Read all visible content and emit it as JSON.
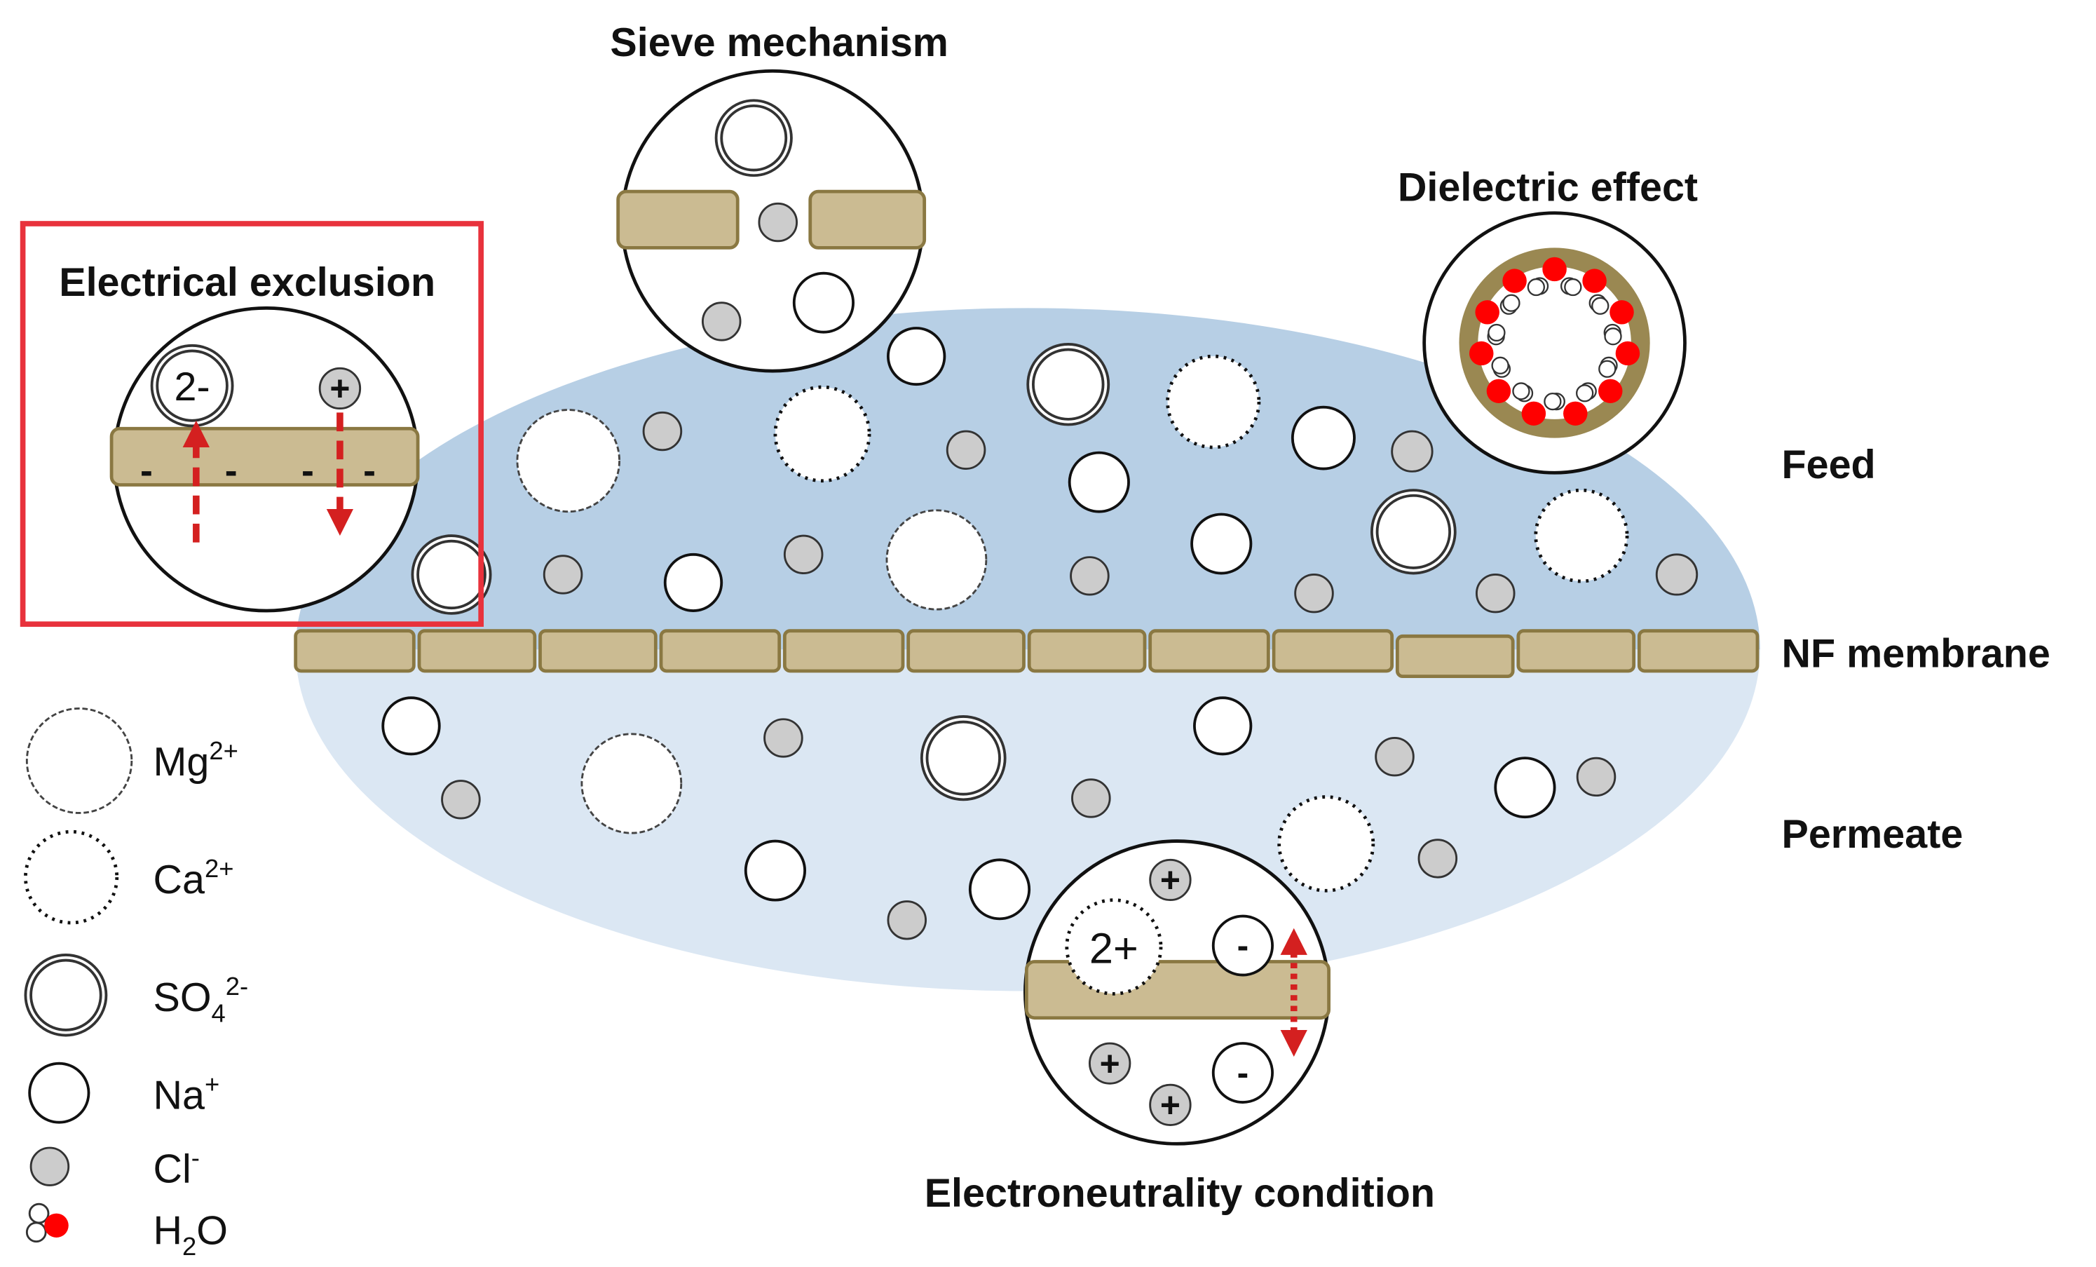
{
  "titles": {
    "sieve": "Sieve mechanism",
    "dielectric": "Dielectric effect",
    "electrical": "Electrical exclusion",
    "electroneutrality": "Electroneutrality condition"
  },
  "side_labels": {
    "feed": "Feed",
    "membrane": "NF membrane",
    "permeate": "Permeate"
  },
  "legend": [
    {
      "key": "mg",
      "base": "Mg",
      "sup": "2+",
      "sub": ""
    },
    {
      "key": "ca",
      "base": "Ca",
      "sup": "2+",
      "sub": ""
    },
    {
      "key": "so4",
      "base": "SO",
      "sup": "2-",
      "sub": "4"
    },
    {
      "key": "na",
      "base": "Na",
      "sup": "+",
      "sub": ""
    },
    {
      "key": "cl",
      "base": "Cl",
      "sup": "-",
      "sub": ""
    },
    {
      "key": "h2o",
      "base": "H",
      "sup": "",
      "sub": "2",
      "tail": "O"
    }
  ],
  "inset_marks": {
    "anion": "2-",
    "cation": "2+",
    "plus": "+",
    "minus": "-",
    "neg_charge": "-"
  },
  "colors": {
    "feed": "#b7cfe5",
    "permeate": "#dbe7f3",
    "membrane": "#cbbb92",
    "membrane_edge": "#8a7842",
    "chloride": "#cccccc",
    "water_oxygen": "#ff0000",
    "highlight_box": "#e8323c",
    "arrow": "#d42020"
  }
}
